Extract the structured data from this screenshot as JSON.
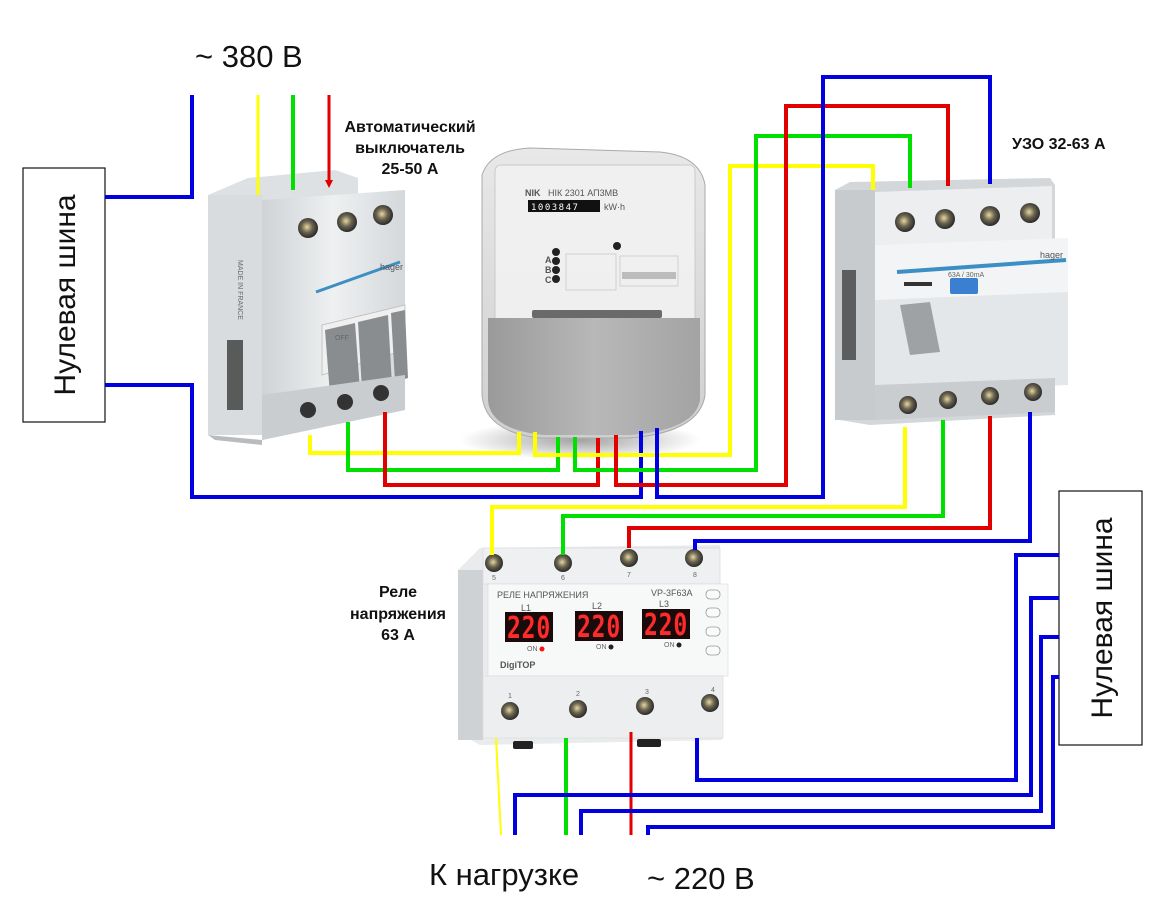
{
  "labels": {
    "supply_380": "~ 380 В",
    "breaker_line1": "Автоматический",
    "breaker_line2": "выключатель",
    "breaker_line3": "25-50 А",
    "rcd": "УЗО 32-63 А",
    "relay_line1": "Реле",
    "relay_line2": "напряжения",
    "relay_line3": "63 А",
    "load": "К нагрузке",
    "supply_220": "~ 220 В"
  },
  "neutral_bus_left": {
    "label": "Нулевая шина"
  },
  "neutral_bus_right": {
    "label": "Нулевая шина"
  },
  "breaker": {
    "brand": "hager",
    "side_text": "MADE IN FRANCE",
    "poles": 3,
    "switch_label": "OFF"
  },
  "meter": {
    "brand": "NIK",
    "model": "НІК 2301 АП3МВ",
    "reading": "1003847",
    "unit": "kW·h",
    "phase_labels": [
      "A",
      "B",
      "C"
    ]
  },
  "rcd_device": {
    "brand": "hager",
    "rating": "63A / 30mA"
  },
  "relay": {
    "title": "РЕЛЕ НАПРЯЖЕНИЯ",
    "model": "VP-3F63A",
    "brand": "DigiTOP",
    "phases": [
      {
        "name": "L1",
        "value": "220",
        "on": "ON"
      },
      {
        "name": "L2",
        "value": "220",
        "on": "ON"
      },
      {
        "name": "L3",
        "value": "220",
        "on": "ON"
      }
    ],
    "top_terminals": [
      "5",
      "6",
      "7",
      "8"
    ],
    "bottom_terminals": [
      "1",
      "2",
      "3",
      "4"
    ]
  },
  "wire_colors": {
    "phase_a": "#ffff00",
    "phase_b": "#00e000",
    "phase_c": "#e00000",
    "neutral": "#0000e0"
  }
}
